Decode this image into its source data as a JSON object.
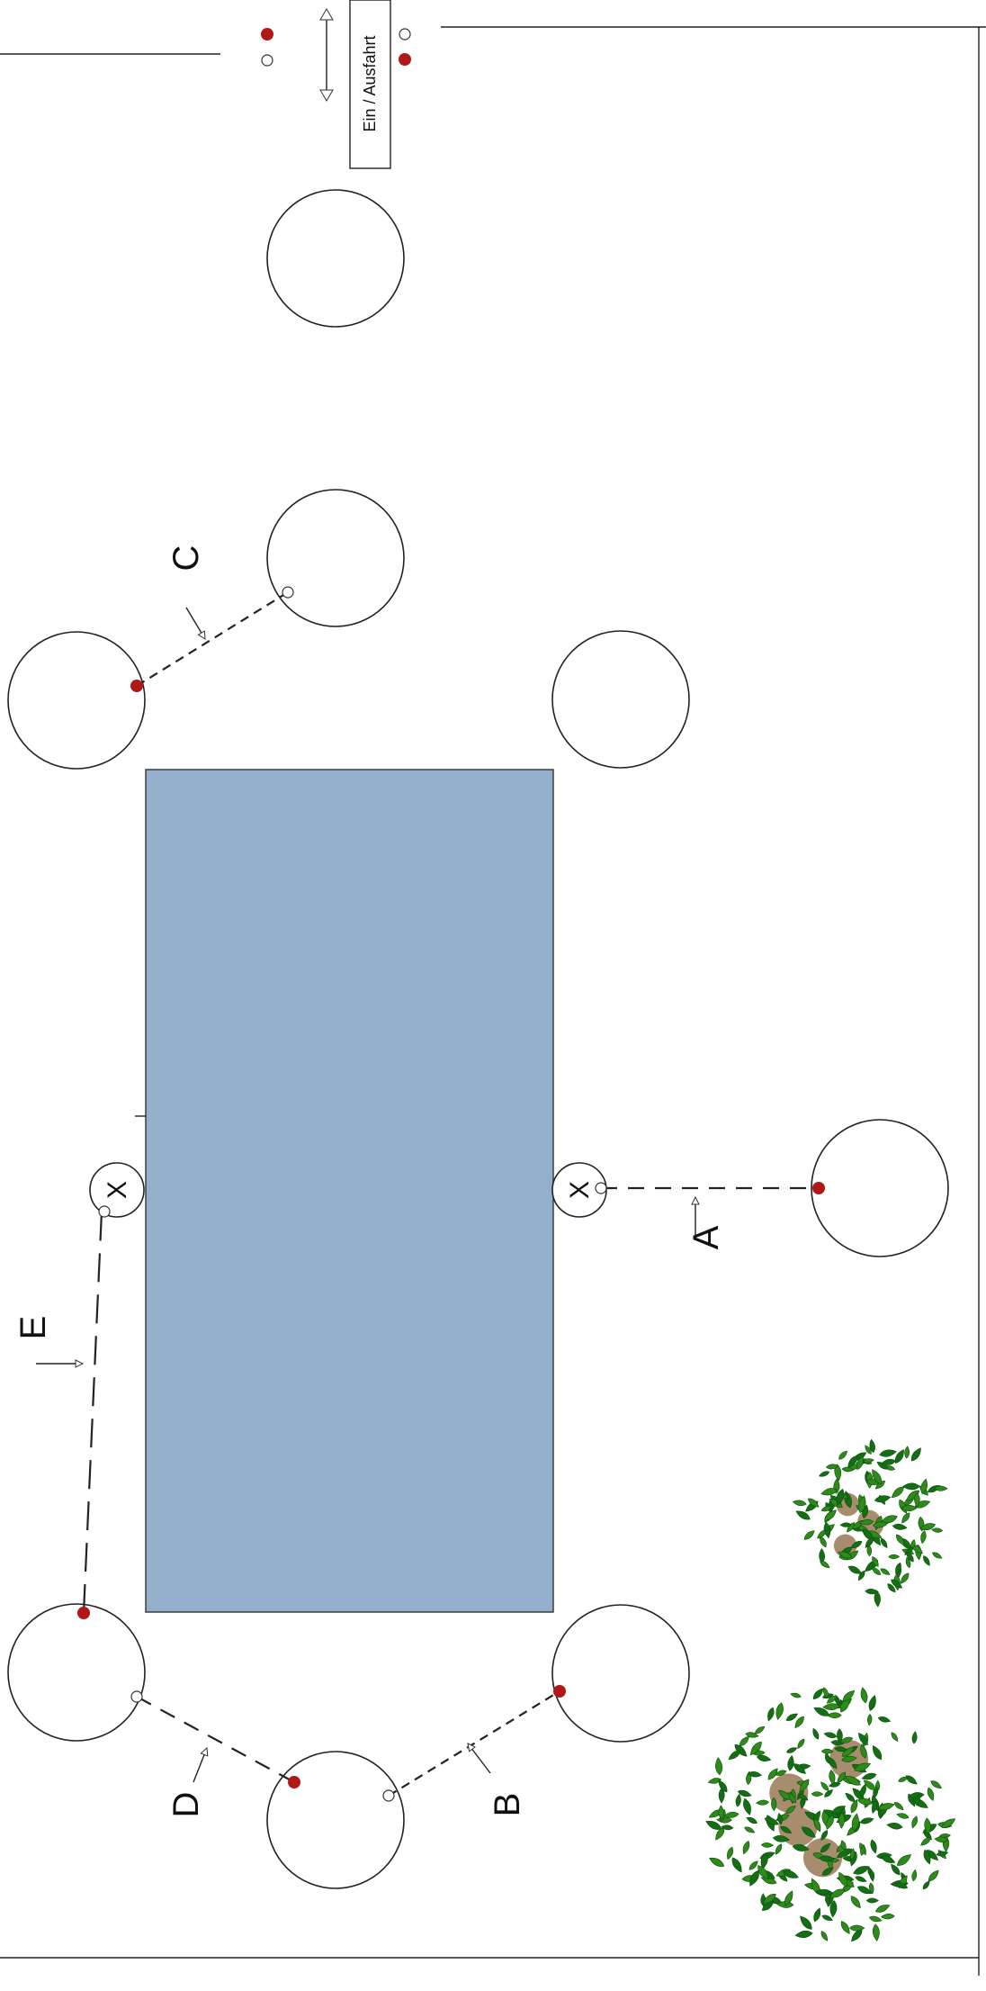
{
  "entrance": {
    "label": "Ein / Ausfahrt"
  },
  "building": {
    "color": "#94AFCC"
  },
  "connections": [
    {
      "label": "A"
    },
    {
      "label": "B"
    },
    {
      "label": "C"
    },
    {
      "label": "D"
    },
    {
      "label": "E"
    }
  ],
  "markers": {
    "x_symbol": "X"
  },
  "colors": {
    "red_dot": "#B01818",
    "foliage": "#2E8B1A",
    "foliage_dark": "#146E14",
    "trunk": "#A88C6E"
  },
  "icons": {
    "bush": "shrub-icon",
    "arrow": "arrow-icon",
    "dot_filled": "red-dot-icon",
    "dot_open": "open-dot-icon"
  }
}
